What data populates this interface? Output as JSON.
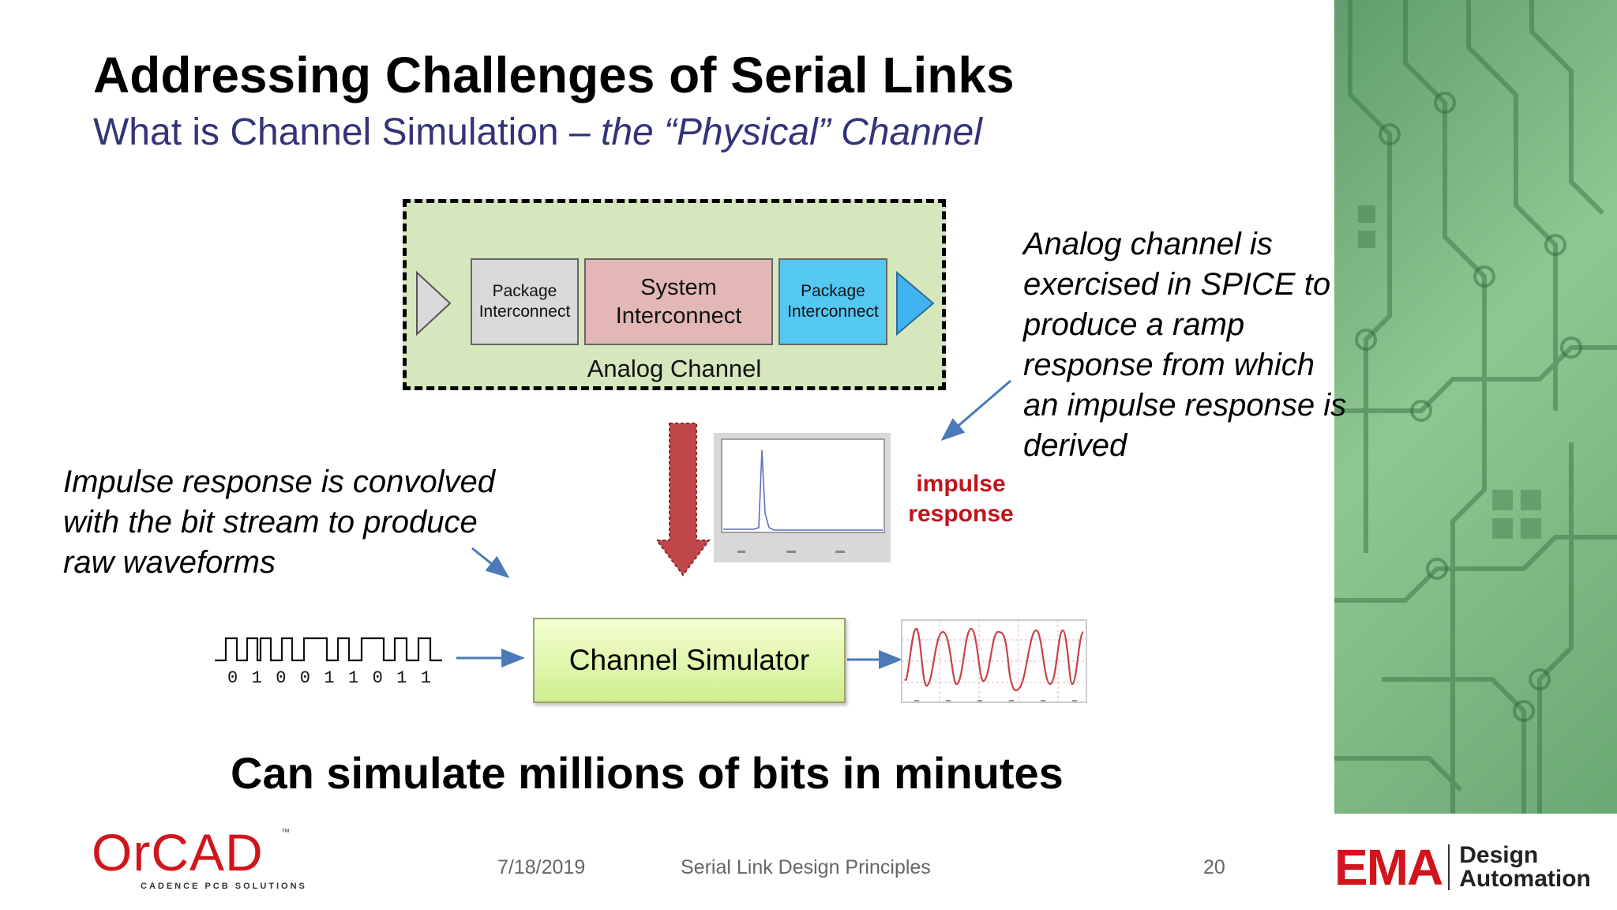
{
  "slide": {
    "title": "Addressing Challenges of Serial Links",
    "subtitle_main": "What is Channel Simulation – ",
    "subtitle_italic": "the “Physical” Channel"
  },
  "diagram": {
    "package_left": "Package Interconnect",
    "system_interconnect": "System Interconnect",
    "package_right": "Package Interconnect",
    "analog_channel": "Analog Channel",
    "channel_simulator": "Channel Simulator",
    "impulse_response": "impulse response",
    "bits": [
      "0",
      "1",
      "0",
      "0",
      "1",
      "1",
      "0",
      "1",
      "1"
    ]
  },
  "notes": {
    "right": "Analog channel is exercised in SPICE to produce a ramp response from which an impulse response is derived",
    "left": "Impulse response is convolved with the bit stream to produce raw waveforms"
  },
  "tagline": "Can simulate millions of bits in minutes",
  "footer": {
    "date": "7/18/2019",
    "title": "Serial Link Design Principles",
    "page": "20"
  },
  "logos": {
    "orcad": "OrCAD",
    "orcad_tagline": "CADENCE PCB SOLUTIONS",
    "ema": "EMA",
    "ema_line1": "Design",
    "ema_line2": "Automation"
  },
  "colors": {
    "analog_fill": "#d6e6bd",
    "package_left": "#d9d9d9",
    "system_interconnect": "#e2b7b6",
    "package_right": "#53c8f3",
    "arrow_red": "#c0464a",
    "impulse_label": "#c0141b",
    "brand_red": "#d0151c"
  }
}
